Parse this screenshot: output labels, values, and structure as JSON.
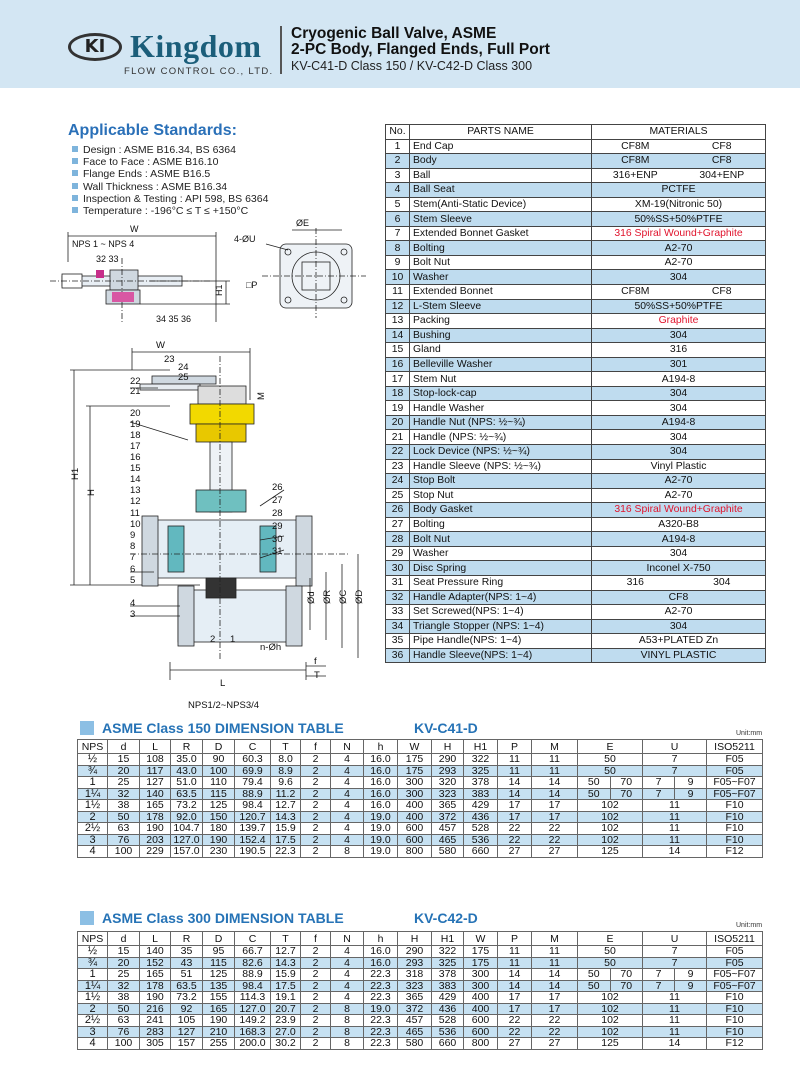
{
  "header": {
    "logo_mark": "KI",
    "logo_name": "Kingdom",
    "logo_sub": "FLOW CONTROL CO., LTD.",
    "title_line1": "Cryogenic Ball Valve, ASME",
    "title_line2": "2-PC Body, Flanged Ends, Full Port",
    "title_line3": "KV-C41-D Class 150 / KV-C42-D Class 300"
  },
  "standards": {
    "heading": "Applicable Standards:",
    "items": [
      "Design : ASME B16.34, BS 6364",
      "Face to Face : ASME B16.10",
      "Flange Ends : ASME B16.5",
      "Wall Thickness : ASME B16.34",
      "Inspection & Testing : API 598, BS 6364",
      "Temperature : -196°C ≤ T ≤ +150°C"
    ]
  },
  "diagram_labels": {
    "top_W": "W",
    "top_nps": "NPS 1 ~ NPS 4",
    "top_3233": "32  33",
    "top_343536": "34  35  36",
    "top_H1": "H1",
    "side_E": "ØE",
    "side_U": "4-ØU",
    "side_P": "□P",
    "main_W": "W",
    "main_23": "23",
    "main_24": "24",
    "main_25": "25",
    "main_22": "22",
    "main_21": "21",
    "main_20": "20",
    "main_19": "19",
    "main_18": "18",
    "main_17": "17",
    "main_16": "16",
    "main_15": "15",
    "main_14": "14",
    "main_13": "13",
    "main_12": "12",
    "main_11": "11",
    "main_10": "10",
    "main_9": "9",
    "main_8": "8",
    "main_7": "7",
    "main_6": "6",
    "main_5": "5",
    "main_4": "4",
    "main_3": "3",
    "main_2": "2",
    "main_1": "1",
    "main_26": "26",
    "main_27": "27",
    "main_28": "28",
    "main_29": "29",
    "main_30": "30",
    "main_31": "31",
    "main_M": "M",
    "main_H1": "H1",
    "main_H": "H",
    "main_d": "Ød",
    "main_R": "ØR",
    "main_C": "ØC",
    "main_D": "ØD",
    "main_n": "n-Øh",
    "main_f": "f",
    "main_T": "T",
    "main_L": "L",
    "main_nps": "NPS1/2~NPS3/4"
  },
  "parts": {
    "headers": [
      "No.",
      "PARTS NAME",
      "MATERIALS"
    ],
    "rows": [
      {
        "no": "1",
        "name": "End Cap",
        "m1": "CF8M",
        "m2": "CF8"
      },
      {
        "no": "2",
        "name": "Body",
        "m1": "CF8M",
        "m2": "CF8"
      },
      {
        "no": "3",
        "name": "Ball",
        "m1": "316+ENP",
        "m2": "304+ENP"
      },
      {
        "no": "4",
        "name": "Ball Seat",
        "m": "PCTFE"
      },
      {
        "no": "5",
        "name": "Stem(Anti-Static Device)",
        "m": "XM-19(Nitronic 50)"
      },
      {
        "no": "6",
        "name": "Stem Sleeve",
        "m": "50%SS+50%PTFE"
      },
      {
        "no": "7",
        "name": "Extended Bonnet Gasket",
        "m": "316 Spiral Wound+Graphite",
        "red": true
      },
      {
        "no": "8",
        "name": "Bolting",
        "m": "A2-70"
      },
      {
        "no": "9",
        "name": "Bolt Nut",
        "m": "A2-70"
      },
      {
        "no": "10",
        "name": "Washer",
        "m": "304"
      },
      {
        "no": "11",
        "name": "Extended Bonnet",
        "m1": "CF8M",
        "m2": "CF8"
      },
      {
        "no": "12",
        "name": "L-Stem Sleeve",
        "m": "50%SS+50%PTFE"
      },
      {
        "no": "13",
        "name": "Packing",
        "m": "Graphite",
        "red": true
      },
      {
        "no": "14",
        "name": "Bushing",
        "m": "304"
      },
      {
        "no": "15",
        "name": "Gland",
        "m": "316"
      },
      {
        "no": "16",
        "name": "Belleville Washer",
        "m": "301"
      },
      {
        "no": "17",
        "name": "Stem Nut",
        "m": "A194-8"
      },
      {
        "no": "18",
        "name": "Stop-lock-cap",
        "m": "304"
      },
      {
        "no": "19",
        "name": "Handle Washer",
        "m": "304"
      },
      {
        "no": "20",
        "name": "Handle Nut (NPS: ½~¾)",
        "m": "A194-8"
      },
      {
        "no": "21",
        "name": "Handle (NPS: ½~¾)",
        "m": "304"
      },
      {
        "no": "22",
        "name": "Lock Device (NPS: ½~¾)",
        "m": "304"
      },
      {
        "no": "23",
        "name": "Handle Sleeve (NPS: ½~¾)",
        "m": "Vinyl Plastic"
      },
      {
        "no": "24",
        "name": "Stop Bolt",
        "m": "A2-70"
      },
      {
        "no": "25",
        "name": "Stop Nut",
        "m": "A2-70"
      },
      {
        "no": "26",
        "name": "Body Gasket",
        "m": "316 Spiral Wound+Graphite",
        "red": true
      },
      {
        "no": "27",
        "name": "Bolting",
        "m": "A320-B8"
      },
      {
        "no": "28",
        "name": "Bolt Nut",
        "m": "A194-8"
      },
      {
        "no": "29",
        "name": "Washer",
        "m": "304"
      },
      {
        "no": "30",
        "name": "Disc Spring",
        "m": "Inconel X-750"
      },
      {
        "no": "31",
        "name": "Seat Pressure Ring",
        "m1": "316",
        "m2": "304"
      },
      {
        "no": "32",
        "name": "Handle Adapter(NPS: 1~4)",
        "m": "CF8"
      },
      {
        "no": "33",
        "name": "Set Screwed(NPS: 1~4)",
        "m": "A2-70"
      },
      {
        "no": "34",
        "name": "Triangle Stopper (NPS: 1~4)",
        "m": "304"
      },
      {
        "no": "35",
        "name": "Pipe Handle(NPS: 1~4)",
        "m": "A53+PLATED Zn"
      },
      {
        "no": "36",
        "name": "Handle Sleeve(NPS: 1~4)",
        "m": "VINYL PLASTIC"
      }
    ]
  },
  "table150": {
    "title": "ASME Class 150 DIMENSION TABLE",
    "model": "KV-C41-D",
    "unit": "Unit:mm",
    "headers": [
      "NPS",
      "d",
      "L",
      "R",
      "D",
      "C",
      "T",
      "f",
      "N",
      "h",
      "W",
      "H",
      "H1",
      "P",
      "M",
      "E",
      "U",
      "ISO5211"
    ],
    "rows": [
      [
        "½",
        "15",
        "108",
        "35.0",
        "90",
        "60.3",
        "8.0",
        "2",
        "4",
        "16.0",
        "175",
        "290",
        "322",
        "11",
        "11",
        "50",
        "",
        "7",
        "",
        "F05"
      ],
      [
        "¾",
        "20",
        "117",
        "43.0",
        "100",
        "69.9",
        "8.9",
        "2",
        "4",
        "16.0",
        "175",
        "293",
        "325",
        "11",
        "11",
        "50",
        "",
        "7",
        "",
        "F05"
      ],
      [
        "1",
        "25",
        "127",
        "51.0",
        "110",
        "79.4",
        "9.6",
        "2",
        "4",
        "16.0",
        "300",
        "320",
        "378",
        "14",
        "14",
        "50",
        "70",
        "7",
        "9",
        "F05~F07"
      ],
      [
        "1¼",
        "32",
        "140",
        "63.5",
        "115",
        "88.9",
        "11.2",
        "2",
        "4",
        "16.0",
        "300",
        "323",
        "383",
        "14",
        "14",
        "50",
        "70",
        "7",
        "9",
        "F05~F07"
      ],
      [
        "1½",
        "38",
        "165",
        "73.2",
        "125",
        "98.4",
        "12.7",
        "2",
        "4",
        "16.0",
        "400",
        "365",
        "429",
        "17",
        "17",
        "102",
        "",
        "11",
        "",
        "F10"
      ],
      [
        "2",
        "50",
        "178",
        "92.0",
        "150",
        "120.7",
        "14.3",
        "2",
        "4",
        "19.0",
        "400",
        "372",
        "436",
        "17",
        "17",
        "102",
        "",
        "11",
        "",
        "F10"
      ],
      [
        "2½",
        "63",
        "190",
        "104.7",
        "180",
        "139.7",
        "15.9",
        "2",
        "4",
        "19.0",
        "600",
        "457",
        "528",
        "22",
        "22",
        "102",
        "",
        "11",
        "",
        "F10"
      ],
      [
        "3",
        "76",
        "203",
        "127.0",
        "190",
        "152.4",
        "17.5",
        "2",
        "4",
        "19.0",
        "600",
        "465",
        "536",
        "22",
        "22",
        "102",
        "",
        "11",
        "",
        "F10"
      ],
      [
        "4",
        "100",
        "229",
        "157.0",
        "230",
        "190.5",
        "22.3",
        "2",
        "8",
        "19.0",
        "800",
        "580",
        "660",
        "27",
        "27",
        "125",
        "",
        "14",
        "",
        "F12"
      ]
    ]
  },
  "table300": {
    "title": "ASME Class 300 DIMENSION TABLE",
    "model": "KV-C42-D",
    "unit": "Unit:mm",
    "headers": [
      "NPS",
      "d",
      "L",
      "R",
      "D",
      "C",
      "T",
      "f",
      "N",
      "h",
      "H",
      "H1",
      "W",
      "P",
      "M",
      "E",
      "U",
      "ISO5211"
    ],
    "rows": [
      [
        "½",
        "15",
        "140",
        "35",
        "95",
        "66.7",
        "12.7",
        "2",
        "4",
        "16.0",
        "290",
        "322",
        "175",
        "11",
        "11",
        "50",
        "",
        "7",
        "",
        "F05"
      ],
      [
        "¾",
        "20",
        "152",
        "43",
        "115",
        "82.6",
        "14.3",
        "2",
        "4",
        "16.0",
        "293",
        "325",
        "175",
        "11",
        "11",
        "50",
        "",
        "7",
        "",
        "F05"
      ],
      [
        "1",
        "25",
        "165",
        "51",
        "125",
        "88.9",
        "15.9",
        "2",
        "4",
        "22.3",
        "318",
        "378",
        "300",
        "14",
        "14",
        "50",
        "70",
        "7",
        "9",
        "F05~F07"
      ],
      [
        "1¼",
        "32",
        "178",
        "63.5",
        "135",
        "98.4",
        "17.5",
        "2",
        "4",
        "22.3",
        "323",
        "383",
        "300",
        "14",
        "14",
        "50",
        "70",
        "7",
        "9",
        "F05~F07"
      ],
      [
        "1½",
        "38",
        "190",
        "73.2",
        "155",
        "114.3",
        "19.1",
        "2",
        "4",
        "22.3",
        "365",
        "429",
        "400",
        "17",
        "17",
        "102",
        "",
        "11",
        "",
        "F10"
      ],
      [
        "2",
        "50",
        "216",
        "92",
        "165",
        "127.0",
        "20.7",
        "2",
        "8",
        "19.0",
        "372",
        "436",
        "400",
        "17",
        "17",
        "102",
        "",
        "11",
        "",
        "F10"
      ],
      [
        "2½",
        "63",
        "241",
        "105",
        "190",
        "149.2",
        "23.9",
        "2",
        "8",
        "22.3",
        "457",
        "528",
        "600",
        "22",
        "22",
        "102",
        "",
        "11",
        "",
        "F10"
      ],
      [
        "3",
        "76",
        "283",
        "127",
        "210",
        "168.3",
        "27.0",
        "2",
        "8",
        "22.3",
        "465",
        "536",
        "600",
        "22",
        "22",
        "102",
        "",
        "11",
        "",
        "F10"
      ],
      [
        "4",
        "100",
        "305",
        "157",
        "255",
        "200.0",
        "30.2",
        "2",
        "8",
        "22.3",
        "580",
        "660",
        "800",
        "27",
        "27",
        "125",
        "",
        "14",
        "",
        "F12"
      ]
    ]
  },
  "colors": {
    "accent_blue": "#2673b6",
    "row_blue": "#bfdcef",
    "header_bg": "#d3e6f3",
    "red_text": "#e0142d"
  }
}
